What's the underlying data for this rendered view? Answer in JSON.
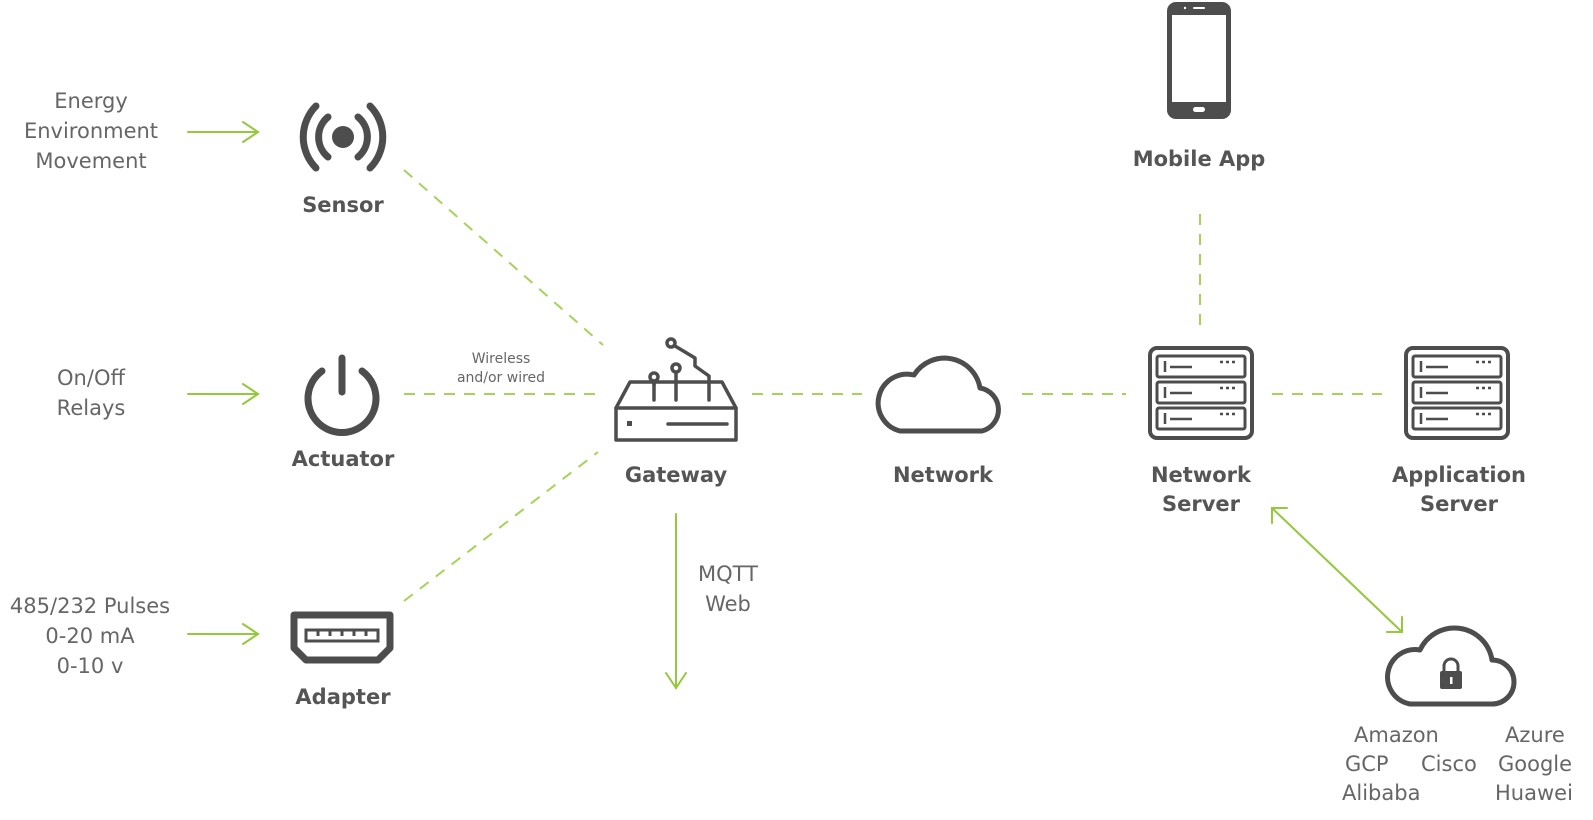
{
  "inputs": {
    "sensor": [
      "Energy",
      "Environment",
      "Movement"
    ],
    "actuator": [
      "On/Off",
      "Relays"
    ],
    "adapter": [
      "485/232 Pulses",
      "0-20 mA",
      "0-10 v"
    ]
  },
  "nodes": {
    "sensor": "Sensor",
    "actuator": "Actuator",
    "adapter": "Adapter",
    "gateway": "Gateway",
    "network": "Network",
    "network_server": [
      "Network",
      "Server"
    ],
    "application_server": [
      "Application",
      "Server"
    ],
    "mobile_app": "Mobile App"
  },
  "connection_note": [
    "Wireless",
    "and/or wired"
  ],
  "gateway_output": [
    "MQTT",
    "Web"
  ],
  "cloud_providers": {
    "row1": [
      "Amazon",
      "Azure"
    ],
    "row2": [
      "GCP",
      "Cisco",
      "Google"
    ],
    "row3": [
      "Alibaba",
      "Huawei"
    ]
  },
  "colors": {
    "icon": "#4d4d4d",
    "arrow": "#94c83d",
    "dash": "#a6d25a",
    "text": "#555555"
  }
}
